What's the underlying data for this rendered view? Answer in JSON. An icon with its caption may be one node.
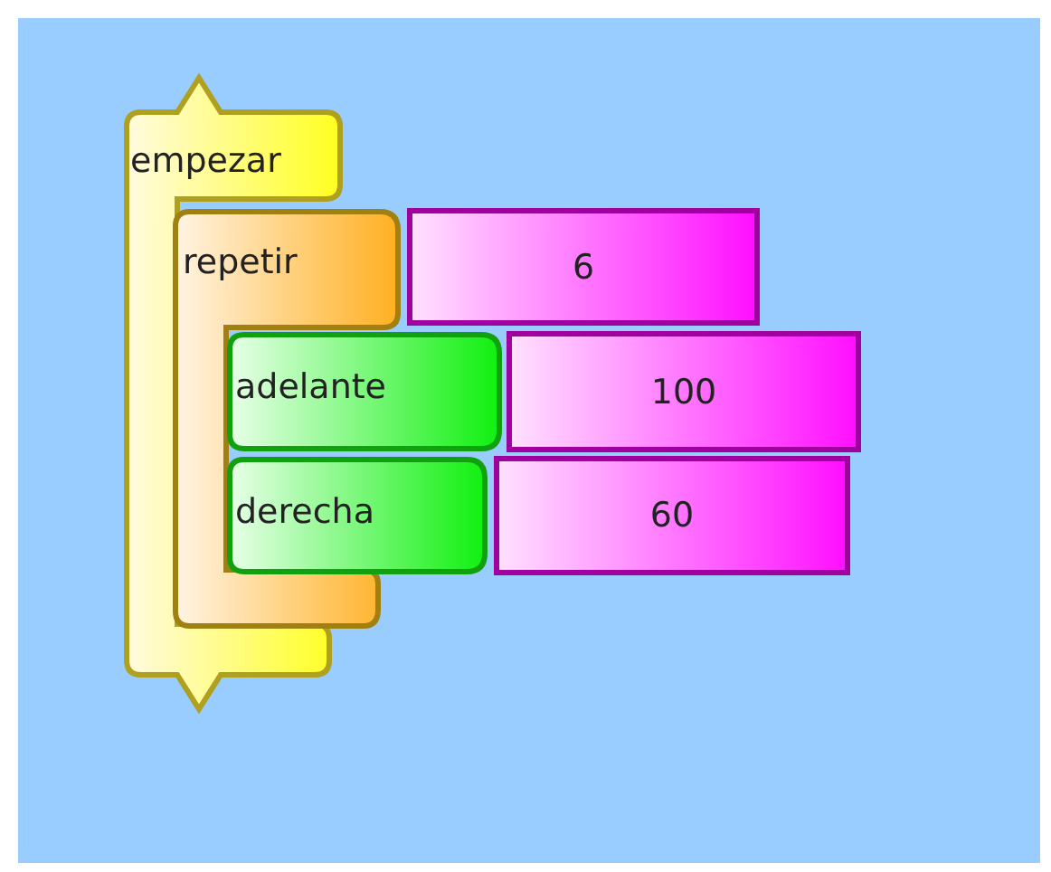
{
  "diagram": {
    "nodes": [
      {
        "text": [
          "empezar"
        ]
      },
      {
        "text": [
          "repetir"
        ]
      },
      {
        "text": [
          "6"
        ]
      },
      {
        "text": [
          "adelante"
        ]
      },
      {
        "text": [
          "100"
        ]
      },
      {
        "text": [
          "derecha"
        ]
      },
      {
        "text": [
          "60"
        ]
      }
    ]
  }
}
